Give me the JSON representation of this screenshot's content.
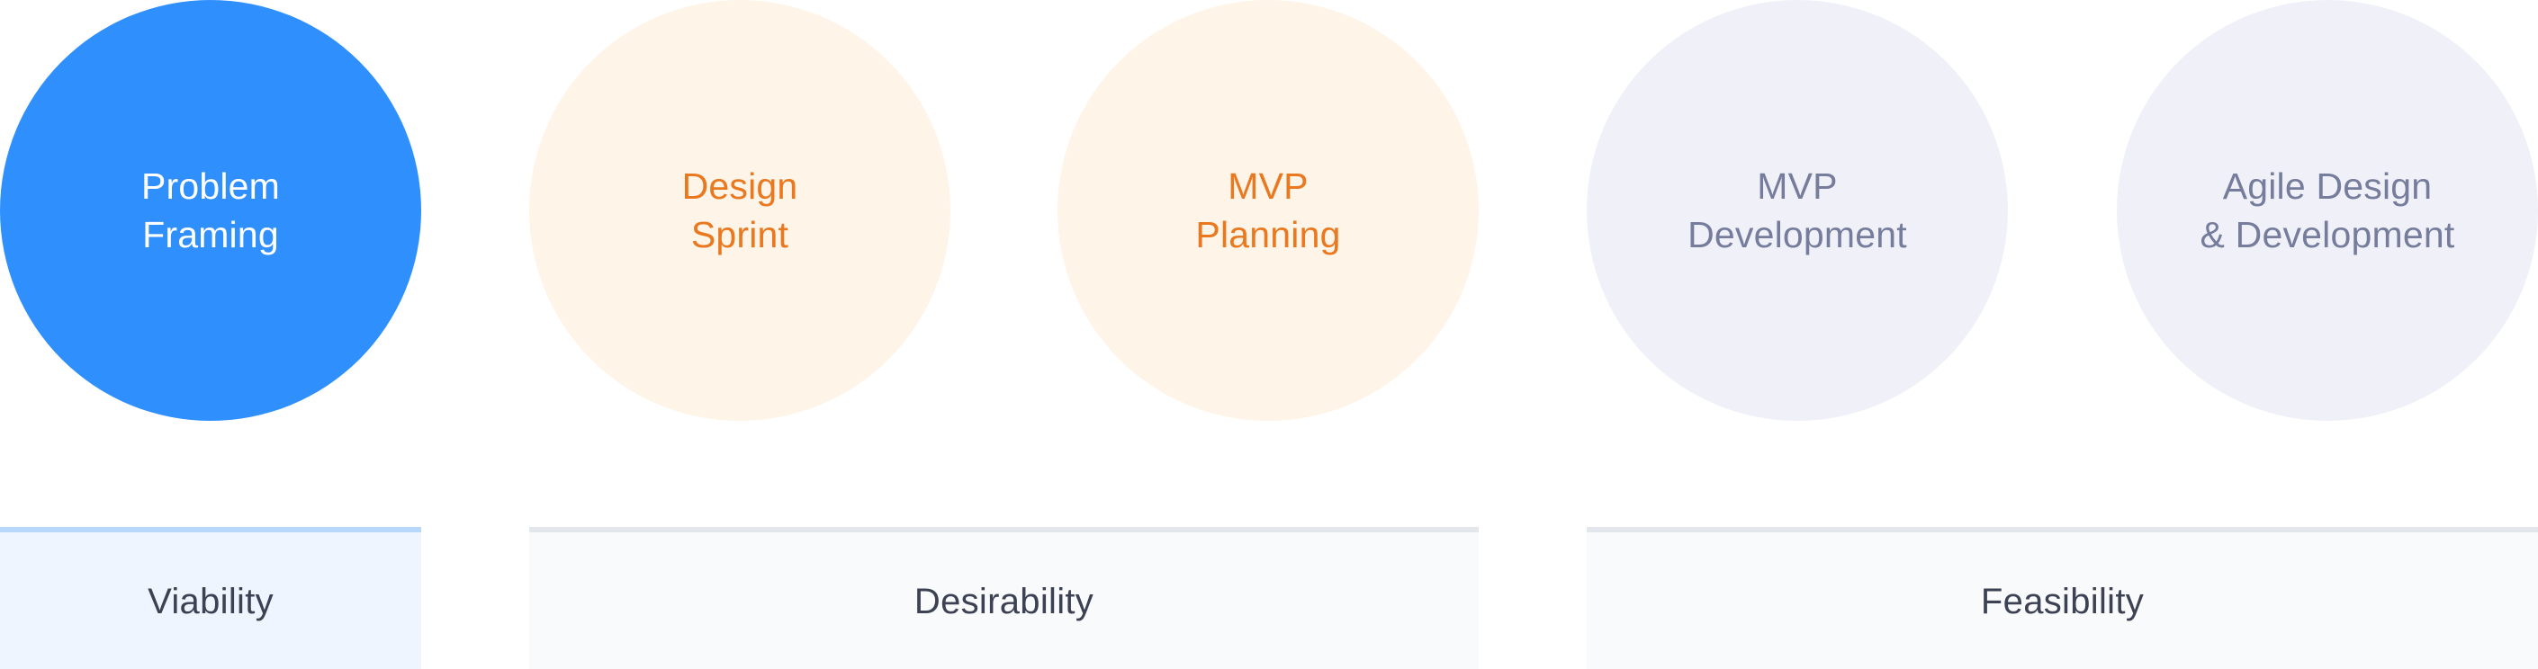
{
  "stages": [
    {
      "line1": "Problem",
      "line2": "Framing",
      "state": "active",
      "color": "#2f8ffd",
      "text_color": "#ffffff"
    },
    {
      "line1": "Design",
      "line2": "Sprint",
      "state": "upcoming-warm",
      "color": "#fef4e8",
      "text_color": "#e9781f"
    },
    {
      "line1": "MVP",
      "line2": "Planning",
      "state": "upcoming-warm",
      "color": "#fef4e8",
      "text_color": "#e9781f"
    },
    {
      "line1": "MVP",
      "line2": "Development",
      "state": "upcoming-cool",
      "color": "#f0f1f8",
      "text_color": "#767c9c"
    },
    {
      "line1": "Agile Design",
      "line2": "& Development",
      "state": "upcoming-cool",
      "color": "#f0f1f8",
      "text_color": "#767c9c"
    }
  ],
  "groups": [
    {
      "label": "Viability",
      "color": "#eef5ff",
      "accent": "#b7d8fa"
    },
    {
      "label": "Desirability",
      "color": "#f9fafb",
      "accent": "#e3e6ea"
    },
    {
      "label": "Feasibility",
      "color": "#f9fafb",
      "accent": "#e3e6ea"
    }
  ]
}
